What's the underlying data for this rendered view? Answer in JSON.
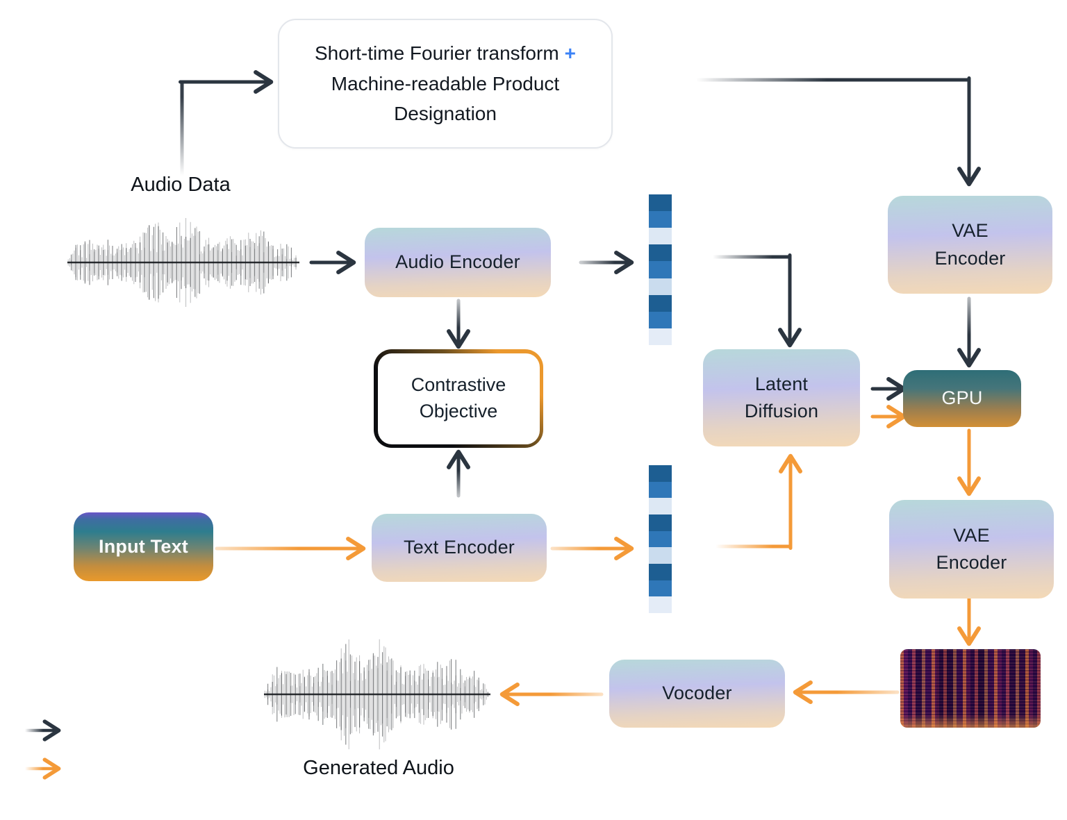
{
  "nodes": {
    "stft": {
      "line1": "Short-time Fourier transform",
      "plus": "+",
      "line23": "Machine-readable Product\nDesignation"
    },
    "audio_data": "Audio Data",
    "audio_encoder": "Audio Encoder",
    "contrastive_objective": "Contrastive\nObjective",
    "input_text": "Input Text",
    "text_encoder": "Text Encoder",
    "latent_diffusion": "Latent\nDiffusion",
    "vae_encoder_top": "VAE\nEncoder",
    "gpu": "GPU",
    "vae_encoder_right": "VAE\nEncoder",
    "vocoder": "Vocoder",
    "generated_audio": "Generated Audio"
  },
  "embedding": {
    "cells": [
      "#1d5e92",
      "#2f77b8",
      "#dde8f4",
      "#1d5e92",
      "#2f77b8",
      "#cadcee",
      "#1d5e92",
      "#2f77b8",
      "#e4ecf7"
    ]
  },
  "colors": {
    "arrow_dark": "#2b3540",
    "arrow_orange": "#f49a38",
    "plus_sign": "#3b82f6",
    "waveform": "#1a1d21"
  },
  "legend": {
    "black_arrow_icon": "black-arrow",
    "orange_arrow_icon": "orange-arrow"
  }
}
